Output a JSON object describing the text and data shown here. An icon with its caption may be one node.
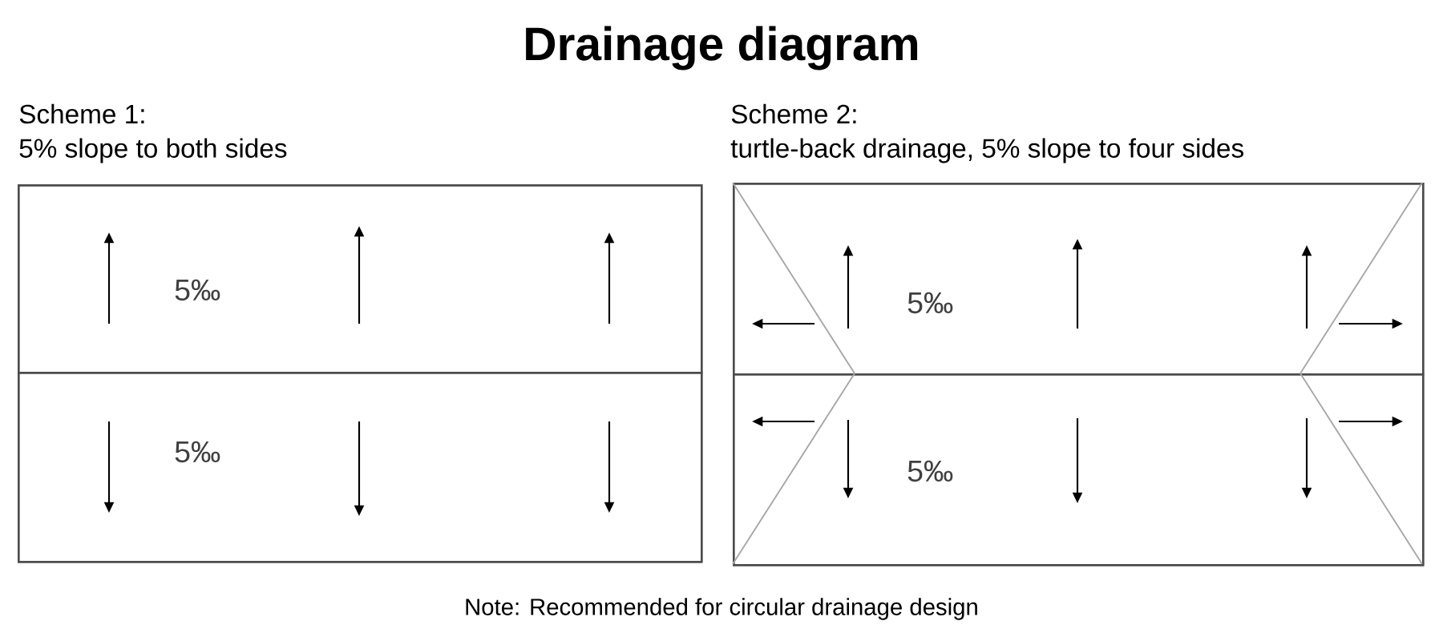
{
  "diagram": {
    "title": "Drainage diagram",
    "nodes": [
      {
        "text": [
          "Scheme 1:",
          "5% slope to both sides"
        ]
      },
      {
        "text": [
          "5‰"
        ],
        "in": 0
      },
      {
        "text": [
          "5‰"
        ],
        "in": 0
      },
      {
        "text": [
          "Scheme 2:",
          "turtle-back drainage, 5% slope to four sides"
        ]
      },
      {
        "text": [
          "5‰"
        ],
        "in": 3
      },
      {
        "text": [
          "5‰"
        ],
        "in": 3
      }
    ],
    "caption": "Note: Recommended for circular drainage design"
  }
}
